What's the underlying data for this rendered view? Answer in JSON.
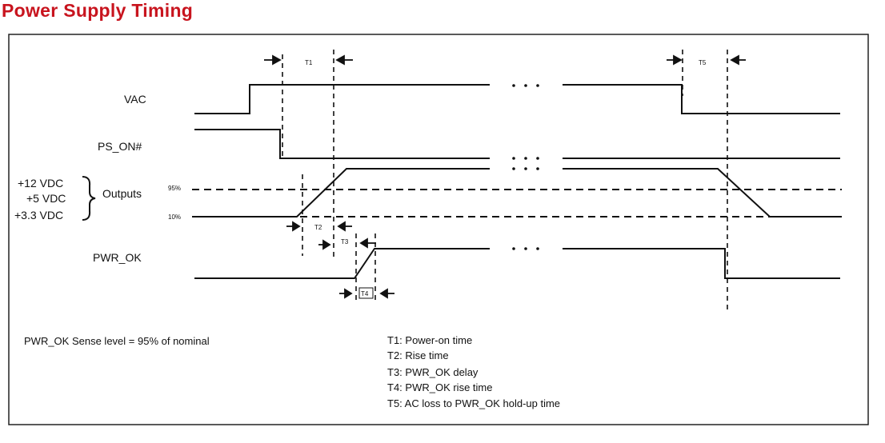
{
  "title": "Power Supply Timing",
  "signals": {
    "vac": "VAC",
    "ps_on": "PS_ON#",
    "outputs": "Outputs",
    "pwr_ok": "PWR_OK"
  },
  "voltages": [
    "+12 VDC",
    "+5 VDC",
    "+3.3 VDC"
  ],
  "levels": {
    "high": "95%",
    "low": "10%"
  },
  "markers": {
    "t1": "T1",
    "t2": "T2",
    "t3": "T3",
    "t4": "T4",
    "t5": "T5"
  },
  "sense_note": "PWR_OK Sense level = 95% of nominal",
  "legend": [
    "T1: Power-on time",
    "T2: Rise time",
    "T3: PWR_OK delay",
    "T4: PWR_OK rise time",
    "T5: AC loss to PWR_OK hold-up time"
  ],
  "colors": {
    "title": "#c8141e",
    "line": "#111111"
  }
}
